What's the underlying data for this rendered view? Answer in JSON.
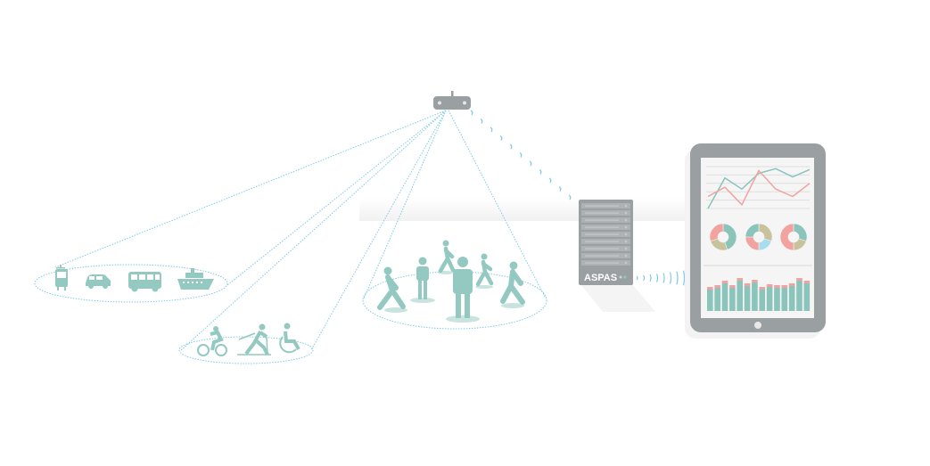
{
  "server": {
    "label": "ASPAS"
  },
  "colors": {
    "figure": "#93c9c1",
    "device": "#9a9fa2",
    "teal": "#8ac4bb",
    "pink": "#f2a3a0",
    "olive": "#c8c39c",
    "blue": "#a8dcee",
    "signal": "#7fcbe6"
  },
  "groups": {
    "vehicles": [
      "tram-icon",
      "car-icon",
      "bus-icon",
      "ship-icon"
    ],
    "light_mobility": [
      "bicycle-icon",
      "skier-icon",
      "wheelchair-icon"
    ],
    "pedestrians": [
      "walker-icon",
      "person-icon",
      "walker-icon",
      "person-icon",
      "walker-icon",
      "walker-icon"
    ]
  },
  "chart_data": [
    {
      "type": "line",
      "series": [
        {
          "name": "teal",
          "values": [
            0,
            33,
            21,
            38,
            43,
            34,
            42
          ]
        },
        {
          "name": "pink",
          "values": [
            13,
            23,
            4,
            41,
            21,
            13,
            27
          ]
        }
      ],
      "ylim": [
        0,
        50
      ]
    },
    {
      "type": "pie",
      "donuts": [
        {
          "values": [
            45,
            25,
            30
          ],
          "colors": [
            "teal",
            "olive",
            "pink"
          ]
        },
        {
          "values": [
            30,
            20,
            25,
            25
          ],
          "colors": [
            "olive",
            "blue",
            "pink",
            "teal"
          ]
        },
        {
          "values": [
            30,
            20,
            50
          ],
          "colors": [
            "teal",
            "olive",
            "pink"
          ]
        }
      ]
    },
    {
      "type": "bar",
      "values": [
        24,
        26,
        31,
        26,
        34,
        28,
        32,
        24,
        27,
        26,
        26,
        28,
        34,
        31
      ],
      "cap": 3,
      "ylim": [
        0,
        40
      ]
    }
  ]
}
